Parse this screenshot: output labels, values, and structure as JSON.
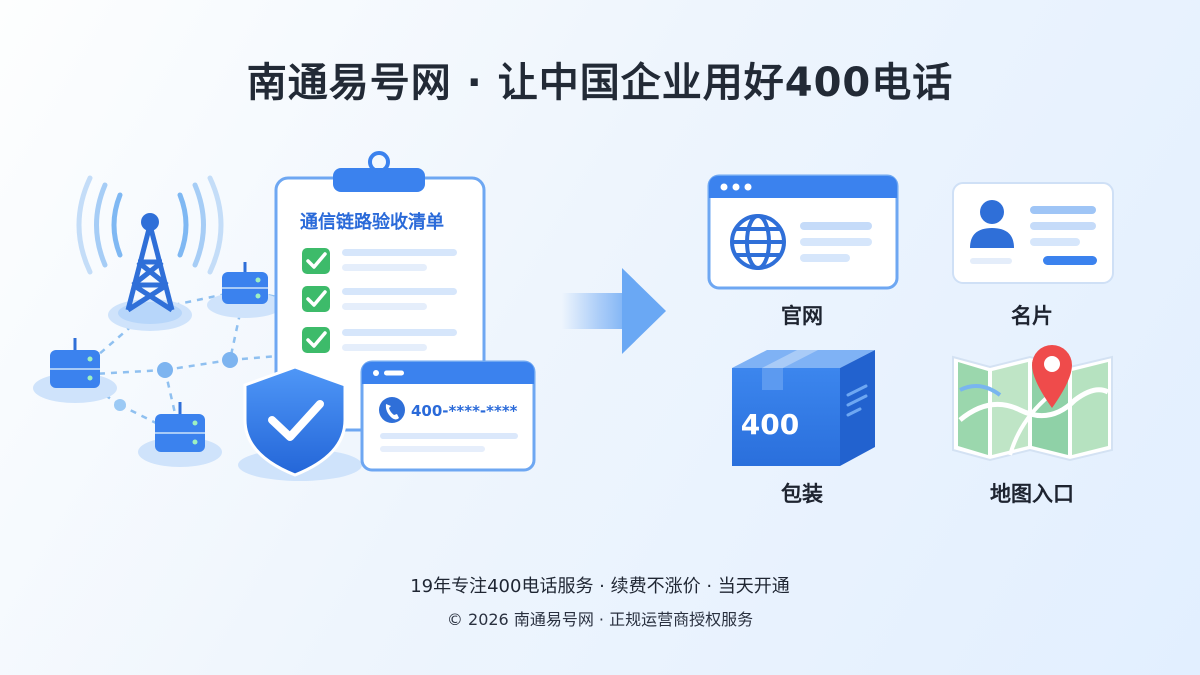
{
  "title": "南通易号网 · 让中国企业用好400电话",
  "checklist": {
    "heading": "通信链路验收清单"
  },
  "phone_card": {
    "number": "400-****-****"
  },
  "box_label": "400",
  "items": [
    {
      "label": "官网",
      "icon": "globe-icon"
    },
    {
      "label": "名片",
      "icon": "person-icon"
    },
    {
      "label": "包装",
      "icon": "box-icon"
    },
    {
      "label": "地图入口",
      "icon": "map-pin-icon"
    }
  ],
  "footer": {
    "line1": "19年专注400电话服务 · 续费不涨价 · 当天开通",
    "line2": "© 2026 南通易号网 · 正规运营商授权服务"
  },
  "colors": {
    "primary": "#2f7cf0",
    "light": "#cfe3fb",
    "check": "#3dbb6a",
    "pin": "#ef4b4b"
  }
}
